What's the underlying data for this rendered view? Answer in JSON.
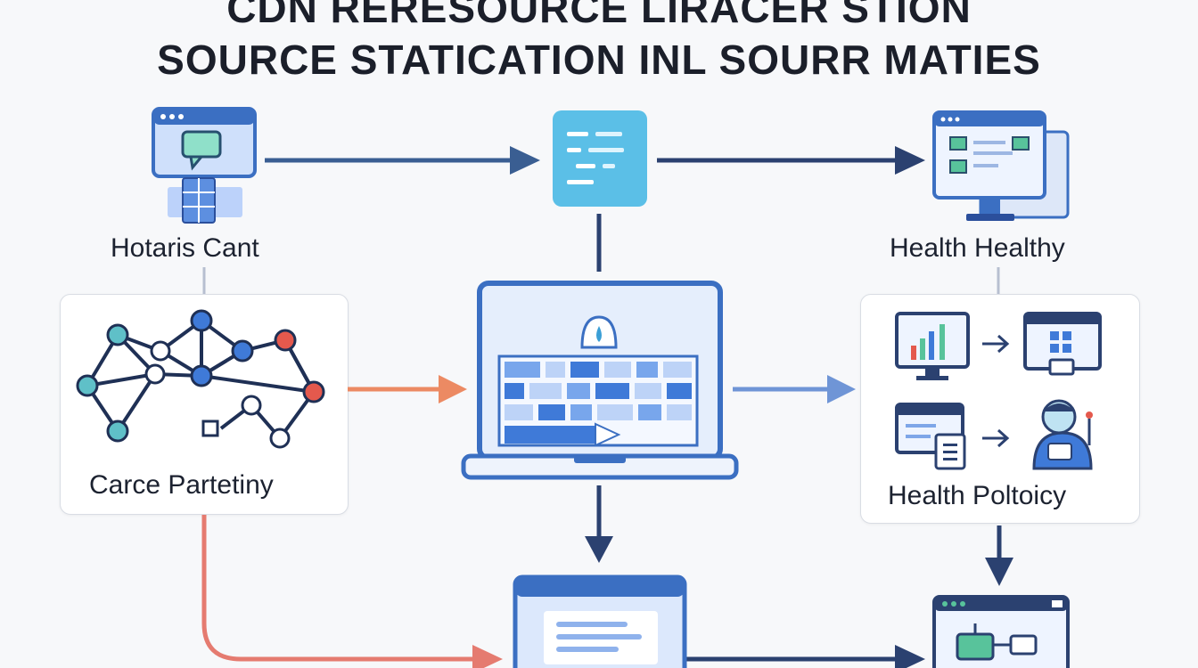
{
  "title": {
    "line1": "CDN RERESOURCE LIRACER STION",
    "line2": "SOURCE STATICATION INL SOURR MATIES"
  },
  "labels": {
    "top_left": "Hotaris Cant",
    "top_right": "Health Healthy",
    "mid_left": "Carce Partetiny",
    "mid_right": "Health Poltoicy"
  },
  "colors": {
    "navy": "#2b4170",
    "blue_arrow": "#3a5e92",
    "orange": "#ec8a63",
    "red": "#e57b70",
    "light_blue_arrow": "#6f95d6",
    "teal": "#5fc0c8",
    "node_blue": "#3f7ad8",
    "node_red": "#e4594d",
    "screen_fill": "#e5eefc",
    "frame": "#3b6fc2"
  },
  "icons": {
    "top_left": "browser-chat-icon",
    "top_center": "document-icon",
    "top_right": "desktop-monitor-icon",
    "mid_left": "network-graph-icon",
    "center": "laptop-dashboard-icon",
    "mid_right_1": "analytics-monitor-icon",
    "mid_right_2": "grid-window-icon",
    "mid_right_3": "form-document-icon",
    "mid_right_4": "user-avatar-icon",
    "bottom_center": "document-window-icon",
    "bottom_right": "flow-window-icon"
  }
}
